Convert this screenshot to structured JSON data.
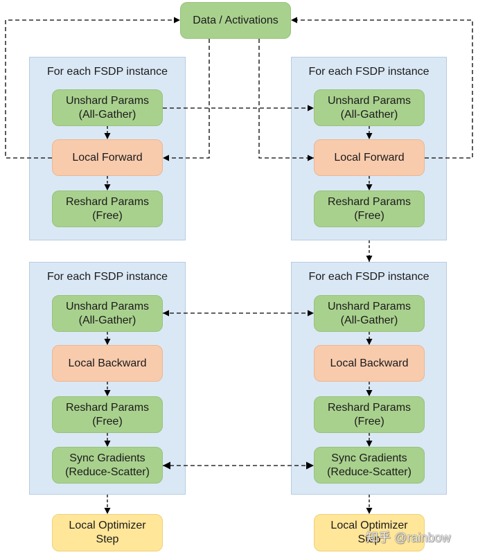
{
  "source": {
    "lines": [
      "Data / Activations"
    ]
  },
  "forward": {
    "instances": [
      {
        "title": "For each FSDP instance",
        "unshard": {
          "lines": [
            "Unshard Params",
            "(All-Gather)"
          ]
        },
        "compute": {
          "lines": [
            "Local Forward"
          ]
        },
        "reshard": {
          "lines": [
            "Reshard Params",
            "(Free)"
          ]
        }
      },
      {
        "title": "For each FSDP instance",
        "unshard": {
          "lines": [
            "Unshard Params",
            "(All-Gather)"
          ]
        },
        "compute": {
          "lines": [
            "Local Forward"
          ]
        },
        "reshard": {
          "lines": [
            "Reshard Params",
            "(Free)"
          ]
        }
      }
    ]
  },
  "backward": {
    "instances": [
      {
        "title": "For each FSDP instance",
        "unshard": {
          "lines": [
            "Unshard Params",
            "(All-Gather)"
          ]
        },
        "compute": {
          "lines": [
            "Local Backward"
          ]
        },
        "reshard": {
          "lines": [
            "Reshard Params",
            "(Free)"
          ]
        },
        "sync": {
          "lines": [
            "Sync Gradients",
            "(Reduce-Scatter)"
          ]
        }
      },
      {
        "title": "For each FSDP instance",
        "unshard": {
          "lines": [
            "Unshard Params",
            "(All-Gather)"
          ]
        },
        "compute": {
          "lines": [
            "Local Backward"
          ]
        },
        "reshard": {
          "lines": [
            "Reshard Params",
            "(Free)"
          ]
        },
        "sync": {
          "lines": [
            "Sync Gradients",
            "(Reduce-Scatter)"
          ]
        }
      }
    ]
  },
  "optimizer": [
    {
      "lines": [
        "Local Optimizer",
        "Step"
      ]
    },
    {
      "lines": [
        "Local Optimizer",
        "Step"
      ]
    }
  ],
  "colors": {
    "panel_fill": "#dae8f5",
    "params_fill": "#a9d18e",
    "compute_fill": "#f8cbad",
    "optimizer_fill": "#ffe699",
    "arrow": "#000000"
  },
  "watermark": "知乎 @rainbow"
}
